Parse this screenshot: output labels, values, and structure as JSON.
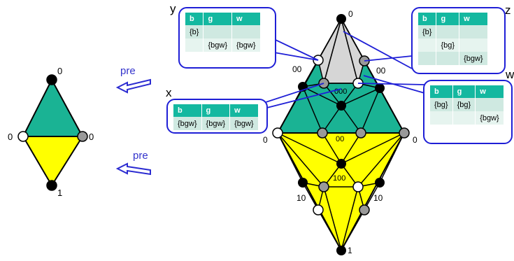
{
  "small_diamond": {
    "labels": {
      "top": "0",
      "left": "0",
      "right": "0",
      "bottom": "1"
    },
    "colors": {
      "top_fill": "#1ab394",
      "bottom_fill": "#ffff00"
    }
  },
  "arrows": {
    "upper_label": "pre",
    "lower_label": "pre",
    "color": "#2b2bd1"
  },
  "big_diamond": {
    "labels": {
      "top": "0",
      "left": "0",
      "right": "0",
      "bottom": "1",
      "upper_left": "00",
      "upper_right": "00",
      "center_upper": "000",
      "center": "00",
      "center_lower": "100",
      "lower_left": "10",
      "lower_right": "10"
    },
    "colors": {
      "green": "#1ab394",
      "yellow": "#ffff00",
      "grey": "#d4d4d4"
    }
  },
  "callouts": {
    "y": {
      "name": "y",
      "headers": [
        "b",
        "g",
        "w"
      ],
      "rows": [
        [
          "{b}",
          "",
          ""
        ],
        [
          "",
          "{bgw}",
          "{bgw}"
        ]
      ]
    },
    "z": {
      "name": "z",
      "headers": [
        "b",
        "g",
        "w"
      ],
      "rows": [
        [
          "{b}",
          "",
          ""
        ],
        [
          "",
          "{bg}",
          ""
        ],
        [
          "",
          "",
          "{bgw}"
        ]
      ]
    },
    "x": {
      "name": "x",
      "headers": [
        "b",
        "g",
        "w"
      ],
      "rows": [
        [
          "{bgw}",
          "{bgw}",
          "{bgw}"
        ]
      ]
    },
    "w": {
      "name": "w",
      "headers": [
        "b",
        "g",
        "w"
      ],
      "rows": [
        [
          "{bg}",
          "{bg}",
          ""
        ],
        [
          "",
          "",
          "{bgw}"
        ]
      ]
    }
  }
}
